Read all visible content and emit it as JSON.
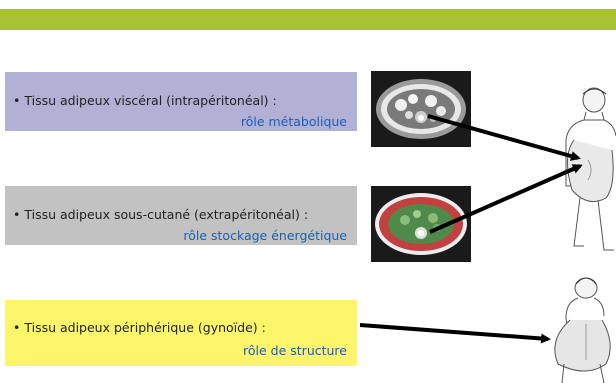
{
  "colors": {
    "topbar": "#a6c332",
    "box1_bg": "#b3b0d6",
    "box2_bg": "#c2c2c2",
    "box3_bg": "#fcf569",
    "role_text": "#1a5fb4",
    "arrow": "#000000"
  },
  "tissues": [
    {
      "label": "• Tissu adipeux viscéral (intrapéritonéal) :",
      "role": "rôle métabolique"
    },
    {
      "label": "• Tissu adipeux sous-cutané (extrapéritonéal) :",
      "role": "rôle stockage énergétique"
    },
    {
      "label": "• Tissu adipeux périphérique (gynoïde) :",
      "role": "rôle de structure"
    }
  ],
  "images": {
    "scan_visceral": "ct-scan-abdomen-visceral",
    "scan_subcutaneous": "ct-scan-abdomen-subcutaneous",
    "figure_android": "android-body-silhouette",
    "figure_gynoid": "gynoid-body-silhouette"
  }
}
